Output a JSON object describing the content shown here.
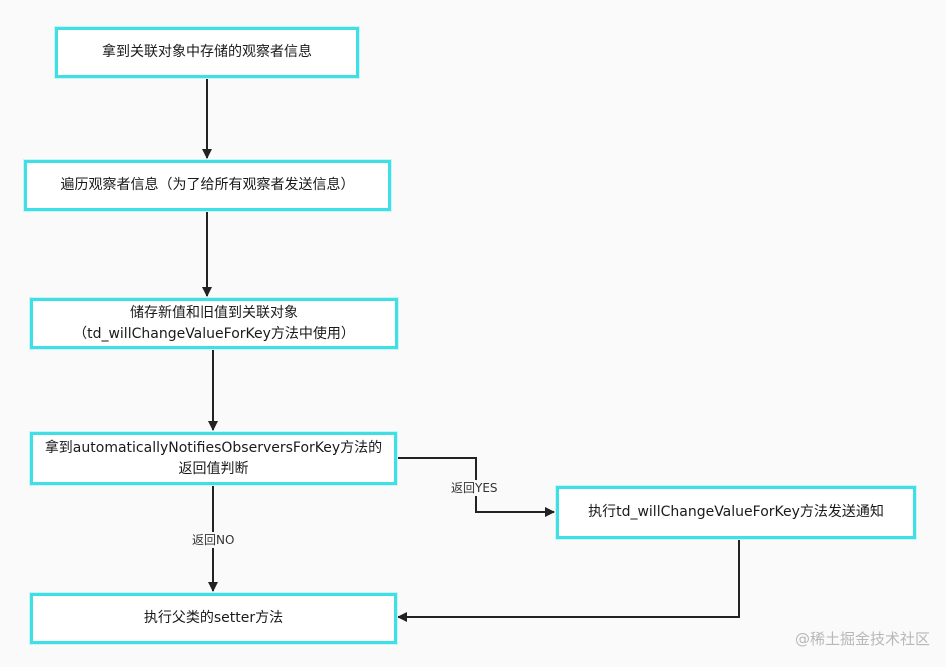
{
  "nodes": {
    "get_observer_info": "拿到关联对象中存储的观察者信息",
    "iterate_observers": "遍历观察者信息（为了给所有观察者发送信息）",
    "store_values_line1": "储存新值和旧值到关联对象",
    "store_values_line2": "（td_willChangeValueForKey方法中使用）",
    "check_auto_notify_line1": "拿到automaticallyNotifiesObserversForKey方法的",
    "check_auto_notify_line2": "返回值判断",
    "send_notification": "执行td_willChangeValueForKey方法发送通知",
    "call_super_setter": "执行父类的setter方法"
  },
  "edge_labels": {
    "yes": "返回YES",
    "no": "返回NO"
  },
  "watermark": "@稀土掘金技术社区",
  "colors": {
    "box_border": "#3ee0e6",
    "arrow": "#222222"
  }
}
